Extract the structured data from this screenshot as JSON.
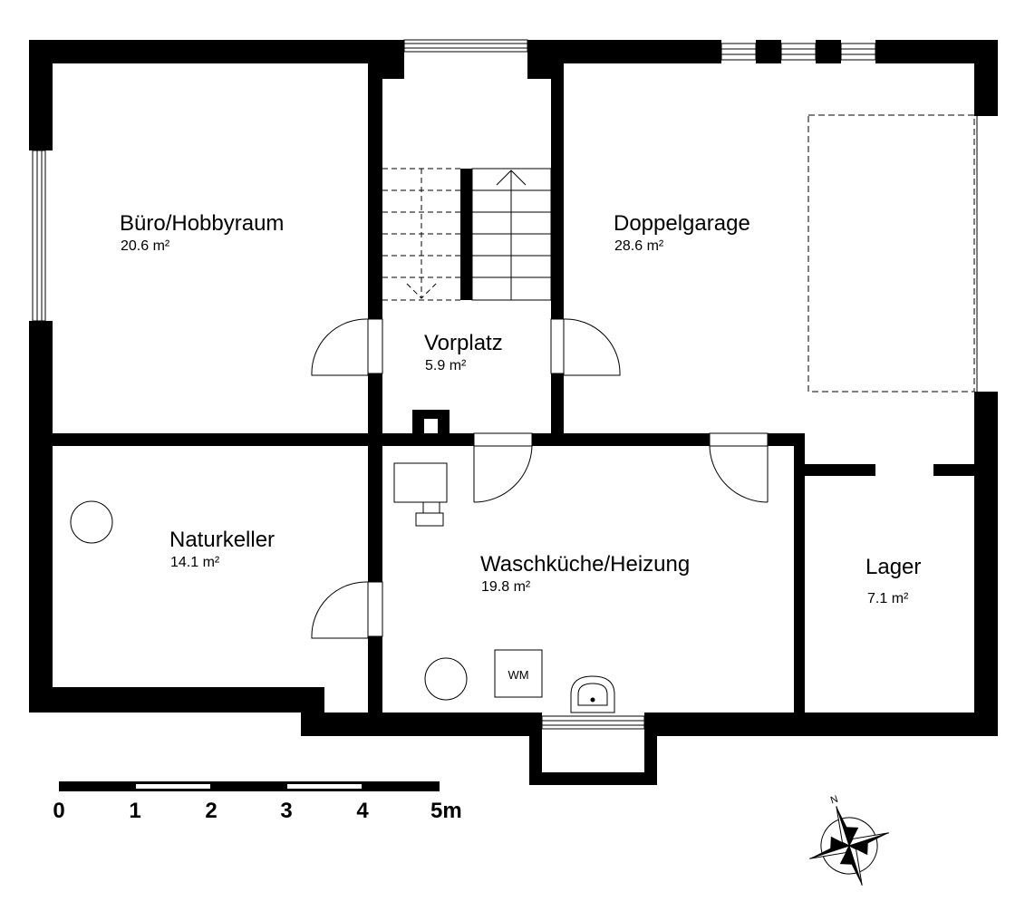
{
  "rooms": [
    {
      "id": "buero",
      "name": "Büro/Hobbyraum",
      "area": "20.6 m²"
    },
    {
      "id": "vorplatz",
      "name": "Vorplatz",
      "area": "5.9 m²"
    },
    {
      "id": "garage",
      "name": "Doppelgarage",
      "area": "28.6 m²"
    },
    {
      "id": "naturkeller",
      "name": "Naturkeller",
      "area": "14.1 m²"
    },
    {
      "id": "waschkueche",
      "name": "Waschküche/Heizung",
      "area": "19.8 m²"
    },
    {
      "id": "lager",
      "name": "Lager",
      "area": "7.1 m²"
    }
  ],
  "fixtures": {
    "washing_machine": "WM"
  },
  "scale_bar": {
    "labels": [
      "0",
      "1",
      "2",
      "3",
      "4",
      "5m"
    ]
  },
  "compass": {
    "north": "N"
  }
}
